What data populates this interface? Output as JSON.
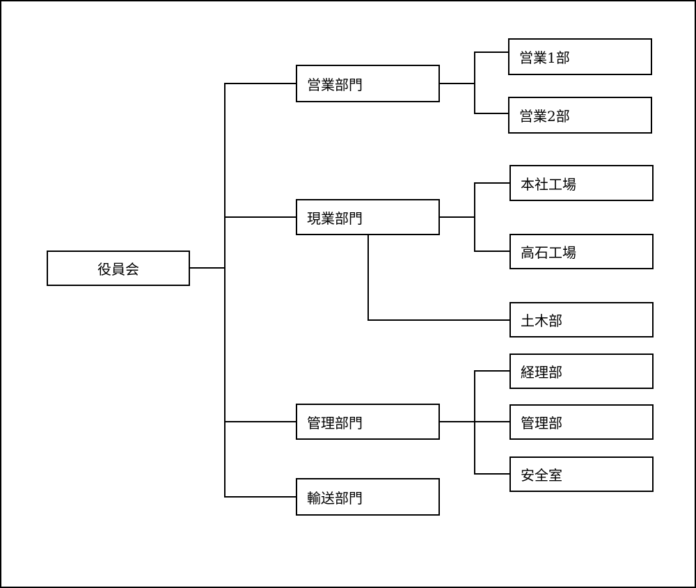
{
  "org_chart": {
    "root": "役員会",
    "divisions": {
      "sales": "営業部門",
      "field": "現業部門",
      "admin": "管理部門",
      "transport": "輸送部門"
    },
    "departments": {
      "sales1": "営業1部",
      "sales2": "営業2部",
      "head_factory": "本社工場",
      "takaishi_factory": "高石工場",
      "civil": "土木部",
      "accounting": "経理部",
      "management": "管理部",
      "safety": "安全室"
    }
  },
  "colors": {
    "line": "#000000",
    "box_border": "#000000",
    "box_fill": "#ffffff"
  }
}
